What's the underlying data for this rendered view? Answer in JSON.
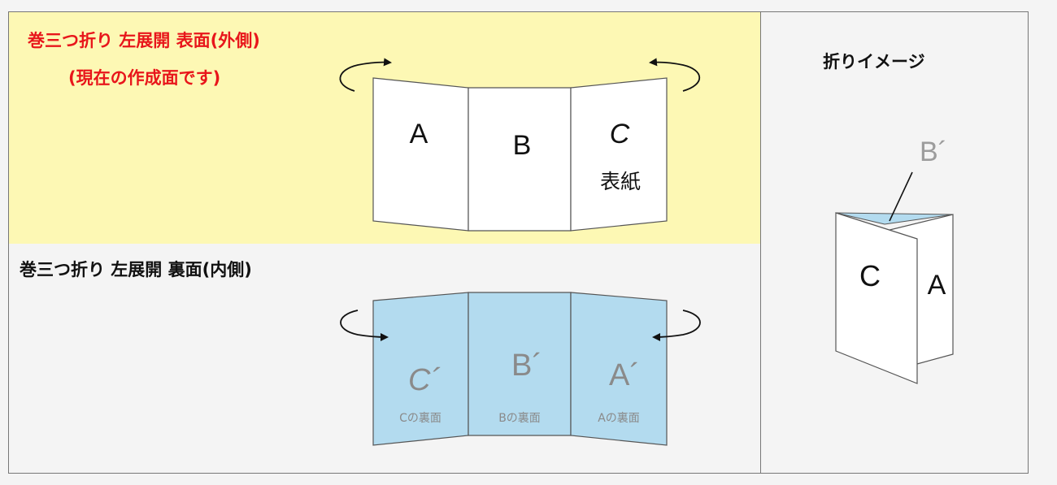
{
  "front": {
    "title": "巻三つ折り  左展開     表面(外側)",
    "subtitle": "(現在の作成面です)",
    "panels": [
      "A",
      "B",
      "C"
    ],
    "cover_label": "表紙",
    "colors": {
      "background": "#fdf8b4",
      "title": "#e8161b",
      "panel": "#ffffff"
    }
  },
  "back": {
    "title": "巻三つ折り  左展開     裏面(内側)",
    "panels": [
      "C´",
      "B´",
      "A´"
    ],
    "captions": [
      "Cの裏面",
      "Bの裏面",
      "Aの裏面"
    ],
    "colors": {
      "panel": "#b3dbef",
      "text": "#8a8a8a"
    }
  },
  "fold": {
    "title": "折りイメージ",
    "inner_label": "B´",
    "left_label": "C",
    "right_label": "A"
  }
}
